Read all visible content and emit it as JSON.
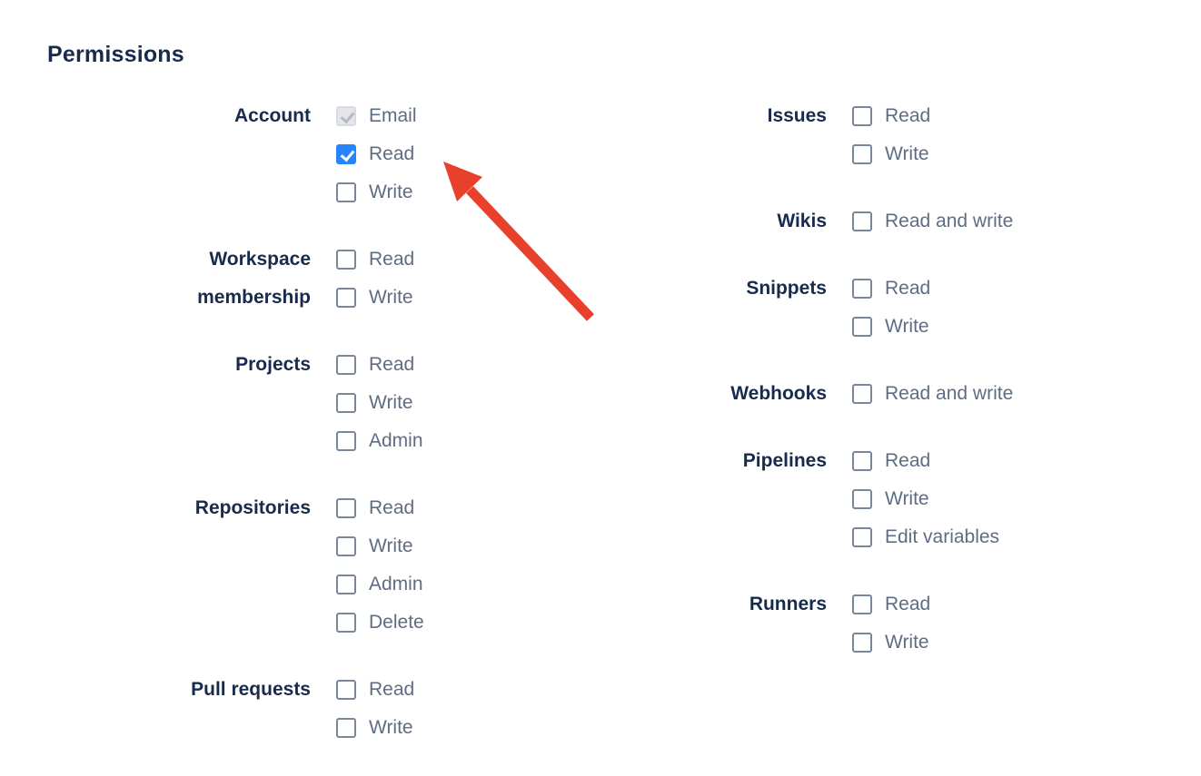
{
  "heading": "Permissions",
  "arrow": {
    "color": "#e8402b"
  },
  "colors": {
    "heading_text": "#172b4d",
    "group_label_text": "#172b4d",
    "option_label_text": "#5e6c84",
    "checkbox_border": "#7a869a",
    "checkbox_checked_bg": "#2684ff",
    "checkbox_disabled_bg": "#e4e6ea",
    "checkbox_disabled_check": "#b3bac5",
    "arrow_red": "#e8402b"
  },
  "columns": [
    {
      "groups": [
        {
          "label": "Account",
          "options": [
            {
              "label": "Email",
              "checked": true,
              "disabled": true
            },
            {
              "label": "Read",
              "checked": true,
              "disabled": false
            },
            {
              "label": "Write",
              "checked": false,
              "disabled": false
            }
          ]
        },
        {
          "label": "Workspace membership",
          "options": [
            {
              "label": "Read",
              "checked": false,
              "disabled": false
            },
            {
              "label": "Write",
              "checked": false,
              "disabled": false
            }
          ]
        },
        {
          "label": "Projects",
          "options": [
            {
              "label": "Read",
              "checked": false,
              "disabled": false
            },
            {
              "label": "Write",
              "checked": false,
              "disabled": false
            },
            {
              "label": "Admin",
              "checked": false,
              "disabled": false
            }
          ]
        },
        {
          "label": "Repositories",
          "options": [
            {
              "label": "Read",
              "checked": false,
              "disabled": false
            },
            {
              "label": "Write",
              "checked": false,
              "disabled": false
            },
            {
              "label": "Admin",
              "checked": false,
              "disabled": false
            },
            {
              "label": "Delete",
              "checked": false,
              "disabled": false
            }
          ]
        },
        {
          "label": "Pull requests",
          "options": [
            {
              "label": "Read",
              "checked": false,
              "disabled": false
            },
            {
              "label": "Write",
              "checked": false,
              "disabled": false
            }
          ]
        }
      ]
    },
    {
      "groups": [
        {
          "label": "Issues",
          "options": [
            {
              "label": "Read",
              "checked": false,
              "disabled": false
            },
            {
              "label": "Write",
              "checked": false,
              "disabled": false
            }
          ]
        },
        {
          "label": "Wikis",
          "options": [
            {
              "label": "Read and write",
              "checked": false,
              "disabled": false
            }
          ]
        },
        {
          "label": "Snippets",
          "options": [
            {
              "label": "Read",
              "checked": false,
              "disabled": false
            },
            {
              "label": "Write",
              "checked": false,
              "disabled": false
            }
          ]
        },
        {
          "label": "Webhooks",
          "options": [
            {
              "label": "Read and write",
              "checked": false,
              "disabled": false
            }
          ]
        },
        {
          "label": "Pipelines",
          "options": [
            {
              "label": "Read",
              "checked": false,
              "disabled": false
            },
            {
              "label": "Write",
              "checked": false,
              "disabled": false
            },
            {
              "label": "Edit variables",
              "checked": false,
              "disabled": false
            }
          ]
        },
        {
          "label": "Runners",
          "options": [
            {
              "label": "Read",
              "checked": false,
              "disabled": false
            },
            {
              "label": "Write",
              "checked": false,
              "disabled": false
            }
          ]
        }
      ]
    }
  ]
}
